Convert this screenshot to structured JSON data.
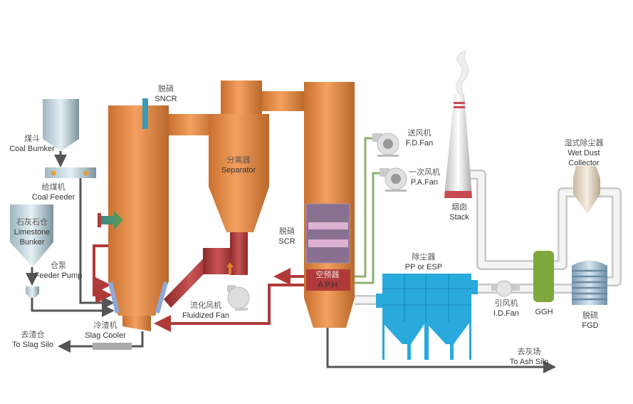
{
  "labels": {
    "sncr": {
      "zh": "脱硝",
      "en": "SNCR"
    },
    "coal_bunker": {
      "zh": "煤斗",
      "en": "Coal Bumker"
    },
    "coal_feeder": {
      "zh": "给煤机",
      "en": "Coal Feeder"
    },
    "limestone_bunker": {
      "zh": "石灰石仓",
      "en1": "Limestone",
      "en2": "Bunker"
    },
    "feeder_pump": {
      "zh": "仓泵",
      "en": "Feeder Pump"
    },
    "separator": {
      "zh": "分离器",
      "en": "Separator"
    },
    "scr": {
      "zh": "脱硝",
      "en": "SCR"
    },
    "aph": {
      "zh": "空预器",
      "en": "A.P.H"
    },
    "fluidized_fan": {
      "zh": "流化风机",
      "en": "Fluidized Fan"
    },
    "slag_cooler": {
      "zh": "冷渣机",
      "en": "Slag Cooler"
    },
    "slag_silo": {
      "zh": "去渣仓",
      "en": "To Slag Silo"
    },
    "fd_fan": {
      "zh": "送风机",
      "en": "F.D.Fan"
    },
    "pa_fan": {
      "zh": "一次风机",
      "en": "P.A.Fan"
    },
    "stack": {
      "zh": "烟囱",
      "en": "Stack"
    },
    "esp": {
      "zh": "除尘器",
      "en": "PP or ESP"
    },
    "id_fan": {
      "zh": "引风机",
      "en": "I.D.Fan"
    },
    "ggh": {
      "en": "GGH"
    },
    "fgd": {
      "zh": "脱硫",
      "en": "FGD"
    },
    "wet_dust": {
      "zh": "湿式除尘器",
      "en1": "Wet Dust",
      "en2": "Collector"
    },
    "ash_silo": {
      "zh": "去灰场",
      "en": "To Ash Silo"
    }
  },
  "colors": {
    "boiler": "#e8904a",
    "flue_red": "#b03a3a",
    "air_green": "#8fb070",
    "esp_blue": "#29a9dc",
    "ggh_green": "#7fa83c",
    "scr_purple": "#8a7090",
    "line_gray": "#555555",
    "pipe": "#e6e6e6"
  }
}
